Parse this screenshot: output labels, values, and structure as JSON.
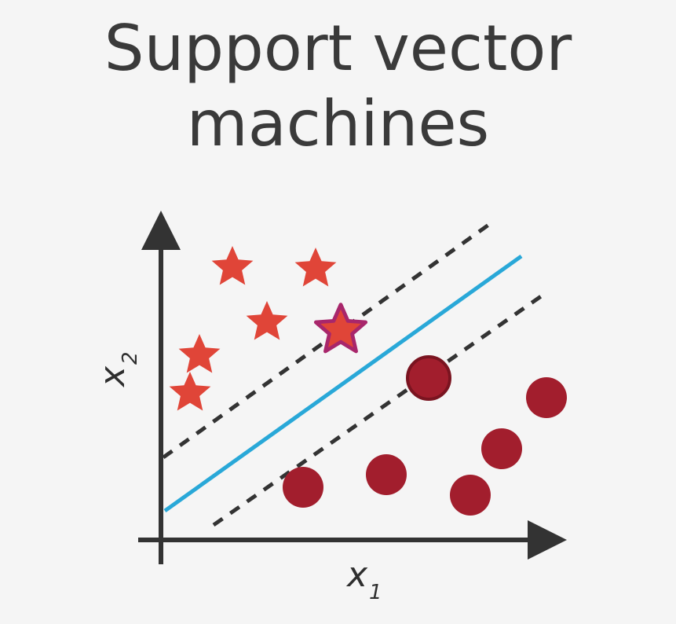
{
  "title": {
    "line1": "Support vector",
    "line2": "machines"
  },
  "axes": {
    "x_label": "x",
    "x_subscript": "1",
    "y_label": "x",
    "y_subscript": "2"
  },
  "colors": {
    "star_fill": "#e04538",
    "support_star_stroke": "#a8266b",
    "circle_fill": "#a21e2d",
    "support_circle_stroke": "#7a1420",
    "hyperplane": "#29a8d8",
    "margin": "#333333",
    "axis": "#333333"
  },
  "icons": {
    "class_a": "star-icon",
    "class_b": "circle-icon"
  }
}
